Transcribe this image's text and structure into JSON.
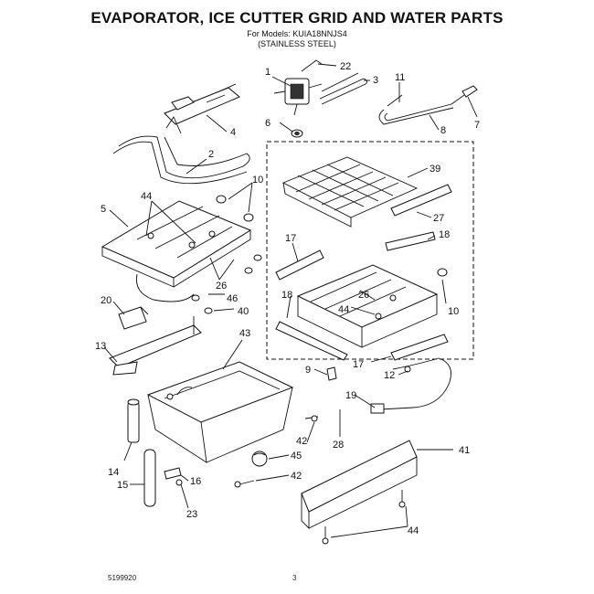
{
  "header": {
    "title": "EVAPORATOR, ICE CUTTER GRID AND WATER PARTS",
    "models_line": "For Models: KUIA18NNJS4",
    "variant_line": "(STAINLESS STEEL)"
  },
  "footer": {
    "doc_number": "5199920",
    "page_number": "3"
  },
  "callouts": {
    "c1": "1",
    "c22": "22",
    "c3": "3",
    "c11": "11",
    "c7": "7",
    "c4": "4",
    "c6": "6",
    "c8": "8",
    "c2": "2",
    "c39": "39",
    "c10a": "10",
    "c44a": "44",
    "c5": "5",
    "c27": "27",
    "c17a": "17",
    "c18a": "18",
    "c26a": "26",
    "c46": "46",
    "c40": "40",
    "c26b": "26",
    "c44b": "44",
    "c20": "20",
    "c18b": "18",
    "c10b": "10",
    "c13": "13",
    "c43": "43",
    "c17b": "17",
    "c9": "9",
    "c12": "12",
    "c19": "19",
    "c42a": "42",
    "c28": "28",
    "c41": "41",
    "c45": "45",
    "c14": "14",
    "c16": "16",
    "c42b": "42",
    "c15": "15",
    "c23": "23",
    "c44c": "44"
  }
}
